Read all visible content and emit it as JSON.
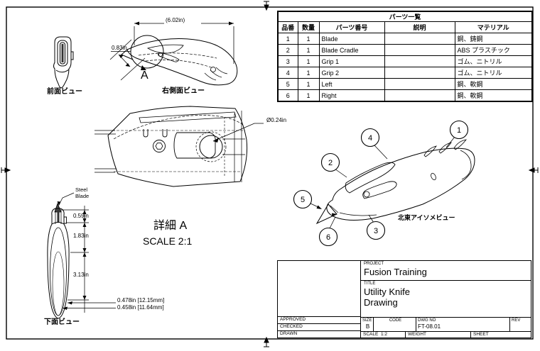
{
  "parts_table": {
    "title": "パーツ一覧",
    "columns": [
      "品番",
      "数量",
      "パーツ番号",
      "説明",
      "マテリアル"
    ],
    "rows": [
      {
        "no": "1",
        "qty": "1",
        "part": "Blade",
        "desc": "",
        "material": "鋼、鋳鋼"
      },
      {
        "no": "2",
        "qty": "1",
        "part": "Blade Cradle",
        "desc": "",
        "material": "ABS プラスチック"
      },
      {
        "no": "3",
        "qty": "1",
        "part": "Grip 1",
        "desc": "",
        "material": "ゴム、ニトリル"
      },
      {
        "no": "4",
        "qty": "1",
        "part": "Grip 2",
        "desc": "",
        "material": "ゴム、ニトリル"
      },
      {
        "no": "5",
        "qty": "1",
        "part": "Left",
        "desc": "",
        "material": "鋼、軟鋼"
      },
      {
        "no": "6",
        "qty": "1",
        "part": "Right",
        "desc": "",
        "material": "鋼、軟鋼"
      }
    ]
  },
  "views": {
    "front": {
      "label": "前面ビュー"
    },
    "side": {
      "label": "右側面ビュー",
      "length_dim": "(6.02in)",
      "blade_dim": "0.83in",
      "detail_marker": "A"
    },
    "detail": {
      "label": "詳細 A",
      "scale": "SCALE 2:1",
      "hole_dim": "Ø0.24in"
    },
    "bottom": {
      "label": "下面ビュー",
      "note": "Steel Blade",
      "seg1": "0.59in",
      "seg2": "1.83in",
      "seg3": "3.13in",
      "width_outer": "0.478in [12.15mm]",
      "width_inner": "0.458in [11.64mm]"
    },
    "iso": {
      "label": "北東アイソメビュー",
      "balloons": [
        "1",
        "2",
        "3",
        "4",
        "5",
        "6"
      ]
    }
  },
  "title_block": {
    "project_label": "PROJECT",
    "project": "Fusion Training",
    "title_label": "TITLE",
    "title_line1": "Utility Knife",
    "title_line2": "Drawing",
    "approved_label": "APPROVED",
    "checked_label": "CHECKED",
    "drawn_label": "DRAWN",
    "size_label": "SIZE",
    "size": "B",
    "code_label": "CODE",
    "dwg_label": "DWG NO",
    "dwg_no": "FT-08.01",
    "rev_label": "REV",
    "scale_label": "SCALE",
    "scale": "1:2",
    "weight_label": "WEIGHT",
    "sheet_label": "SHEET"
  },
  "colors": {
    "line": "#000000",
    "background": "#ffffff"
  }
}
